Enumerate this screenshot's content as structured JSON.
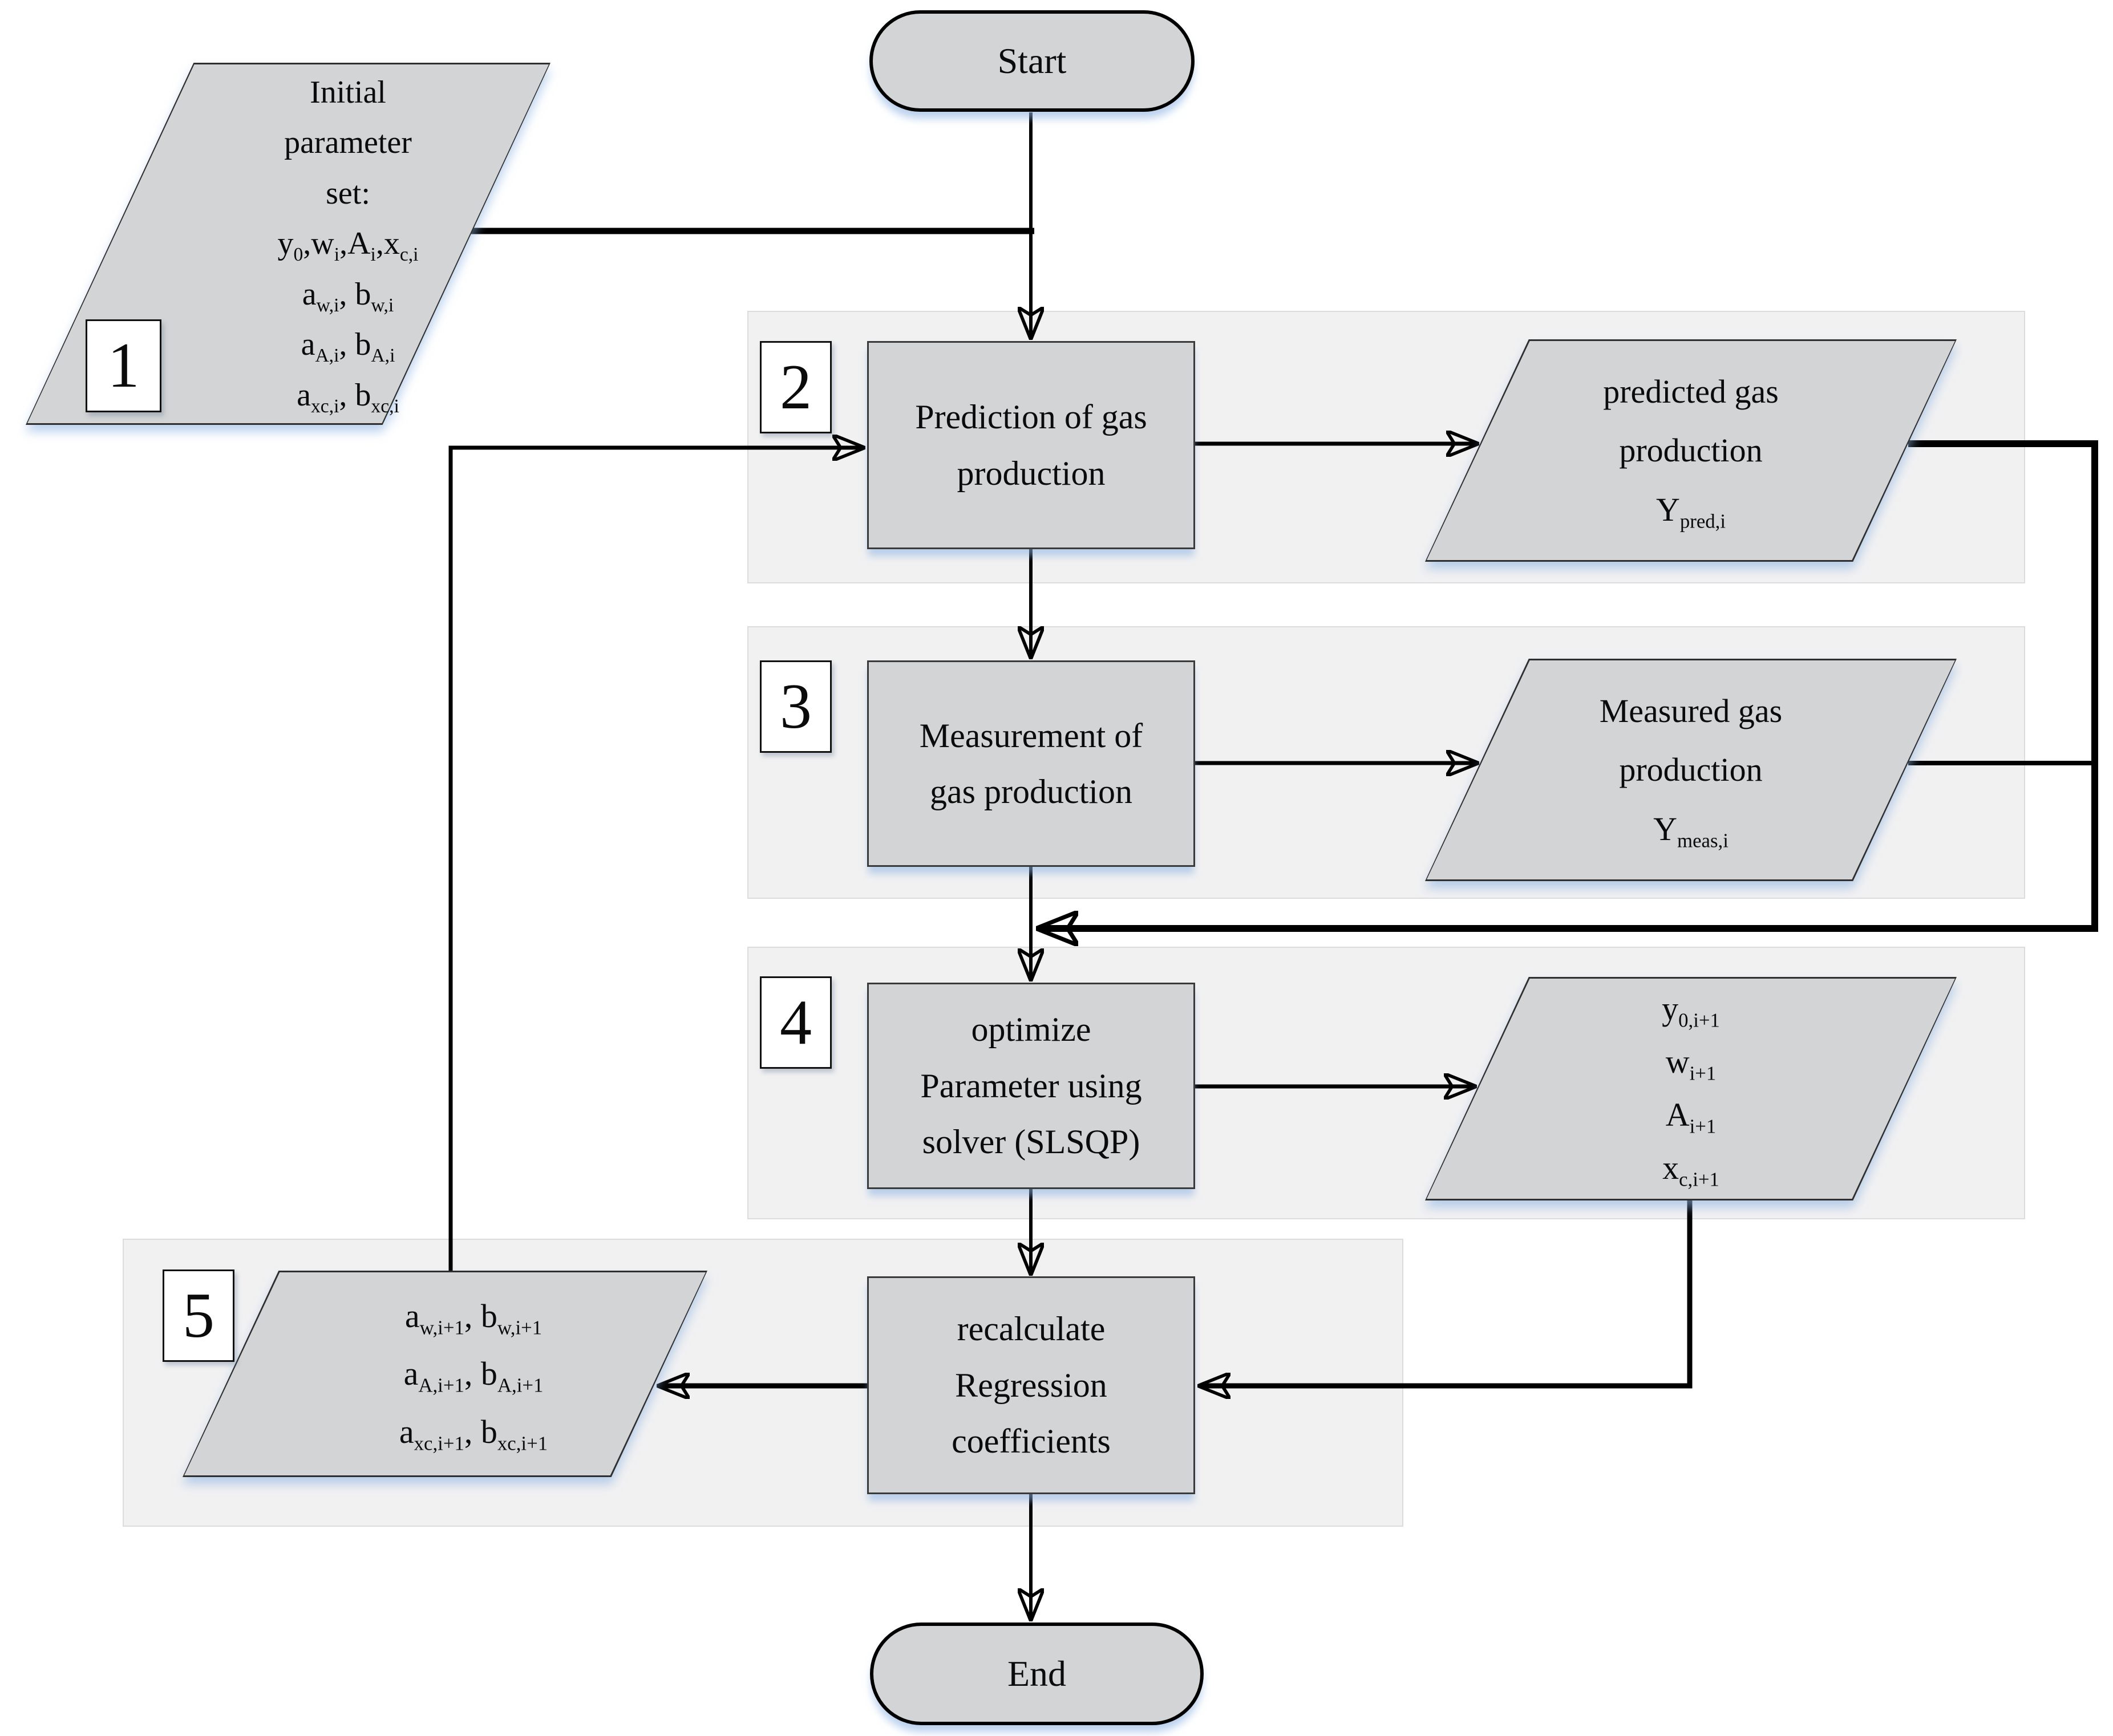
{
  "diagram": {
    "colors": {
      "node_fill": "#d3d4d5",
      "node_border": "#3a3a3a",
      "terminal_border": "#000000",
      "band_fill": "#f1f1f2",
      "band_border": "#dcdcde",
      "connector": "#000000",
      "step_label_bg": "#ffffff",
      "shadow_tint": "#8db3e2"
    },
    "nodes": {
      "start": {
        "label": "Start"
      },
      "initial_params": {
        "step": "1",
        "lines": [
          "Initial",
          "parameter",
          "set:",
          "y_{0},w_{i},A_{i},x_{c,i}",
          "a_{w,i}, b_{w,i}",
          "a_{A,i}, b_{A,i}",
          "a_{xc,i}, b_{xc,i}"
        ]
      },
      "prediction": {
        "step": "2",
        "lines": [
          "Prediction of gas",
          "production"
        ]
      },
      "predicted_output": {
        "lines": [
          "predicted gas",
          "production",
          "Y_{pred,i}"
        ]
      },
      "measurement": {
        "step": "3",
        "lines": [
          "Measurement of",
          "gas production"
        ]
      },
      "measured_output": {
        "lines": [
          "Measured gas",
          "production",
          "Y_{meas,i}"
        ]
      },
      "optimize": {
        "step": "4",
        "lines": [
          "optimize",
          "Parameter using",
          "solver (SLSQP)"
        ]
      },
      "optimized_params": {
        "lines": [
          "y_{0,i+1}",
          "w_{i+1}",
          "A_{i+1}",
          "x_{c,i+1}"
        ]
      },
      "recalculate": {
        "lines": [
          "recalculate",
          "Regression",
          "coefficients"
        ]
      },
      "regression_coeffs": {
        "step": "5",
        "lines": [
          "a_{w,i+1}, b_{w,i+1}",
          "a_{A,i+1}, b_{A,i+1}",
          "a_{xc,i+1}, b_{xc,i+1}"
        ]
      },
      "end": {
        "label": "End"
      }
    }
  }
}
